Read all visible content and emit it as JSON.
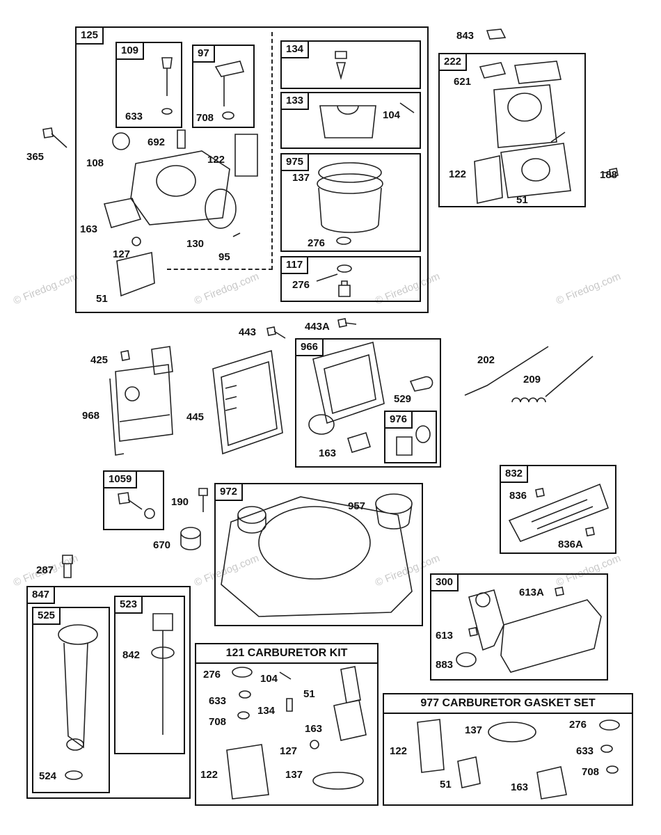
{
  "watermark": "© Firedog.com",
  "groups": {
    "g125": "125",
    "g109": "109",
    "g97": "97",
    "g134": "134",
    "g133": "133",
    "g975": "975",
    "g117": "117",
    "g222": "222",
    "g966": "966",
    "g976": "976",
    "g1059": "1059",
    "g972": "972",
    "g832": "832",
    "g847": "847",
    "g525": "525",
    "g523": "523",
    "g300": "300",
    "kit121": "121 CARBURETOR KIT",
    "kit977": "977 CARBURETOR  GASKET SET"
  },
  "parts": {
    "p843": "843",
    "p621": "621",
    "p122a": "122",
    "p188": "188",
    "p51a": "51",
    "p633a": "633",
    "p708a": "708",
    "p365": "365",
    "p692": "692",
    "p108": "108",
    "p122b": "122",
    "p104a": "104",
    "p137a": "137",
    "p163a": "163",
    "p127a": "127",
    "p130": "130",
    "p95": "95",
    "p276a": "276",
    "p276b": "276",
    "p51b": "51",
    "p443": "443",
    "p443A": "443A",
    "p425": "425",
    "p968": "968",
    "p445": "445",
    "p529": "529",
    "p163b": "163",
    "p202": "202",
    "p209": "209",
    "p190": "190",
    "p670": "670",
    "p957": "957",
    "p836": "836",
    "p836A": "836A",
    "p287": "287",
    "p842": "842",
    "p524": "524",
    "p613A": "613A",
    "p613": "613",
    "p883": "883",
    "k276": "276",
    "k104": "104",
    "k633": "633",
    "k134": "134",
    "k51": "51",
    "k708": "708",
    "k163": "163",
    "k127": "127",
    "k122": "122",
    "k137": "137",
    "s137": "137",
    "s276": "276",
    "s122": "122",
    "s633": "633",
    "s708": "708",
    "s51": "51",
    "s163": "163"
  }
}
